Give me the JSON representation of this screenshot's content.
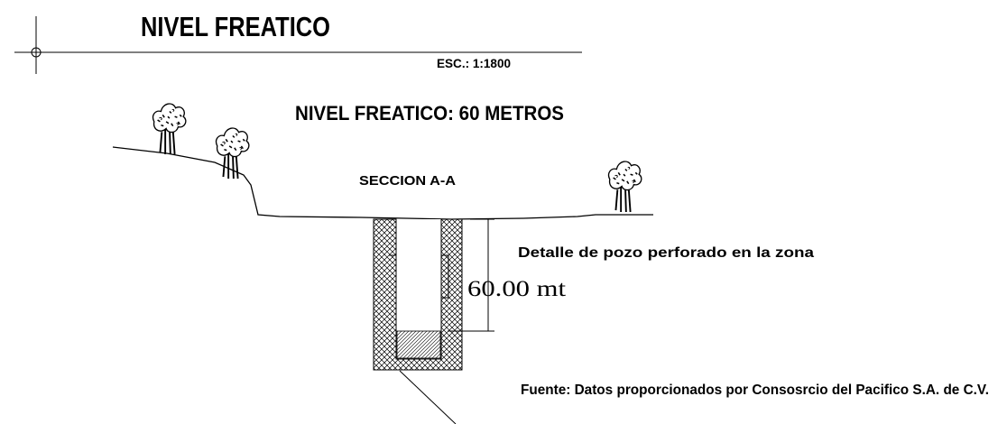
{
  "drawing": {
    "title": "NIVEL FREATICO",
    "scale_label": "ESC.: 1:1800",
    "subtitle": "NIVEL FREATICO: 60 METROS",
    "section_label": "SECCION  A-A",
    "well_note": "Detalle de pozo perforado en la zona",
    "depth_dimension": "60.00 mt",
    "source_note": "Fuente: Datos proporcionados por Consosrcio del Pacifico S.A. de C.V."
  },
  "well": {
    "depth_m": 60
  },
  "icons": [
    "crosshair-icon",
    "tree-icon"
  ]
}
